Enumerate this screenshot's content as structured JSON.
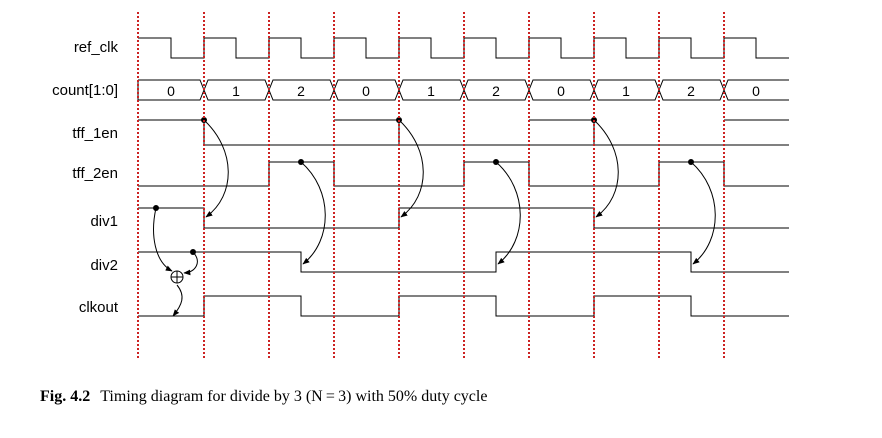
{
  "signals": [
    "ref_clk",
    "count[1:0]",
    "tff_1en",
    "tff_2en",
    "div1",
    "div2",
    "clkout"
  ],
  "count_values": [
    "0",
    "1",
    "2",
    "0",
    "1",
    "2",
    "0",
    "1",
    "2",
    "0"
  ],
  "caption": {
    "label": "Fig. 4.2",
    "text": "Timing diagram for divide by 3 (N = 3) with 50% duty cycle"
  },
  "colors": {
    "trace": "#000000",
    "marker": "#cc2222",
    "background": "#ffffff"
  }
}
